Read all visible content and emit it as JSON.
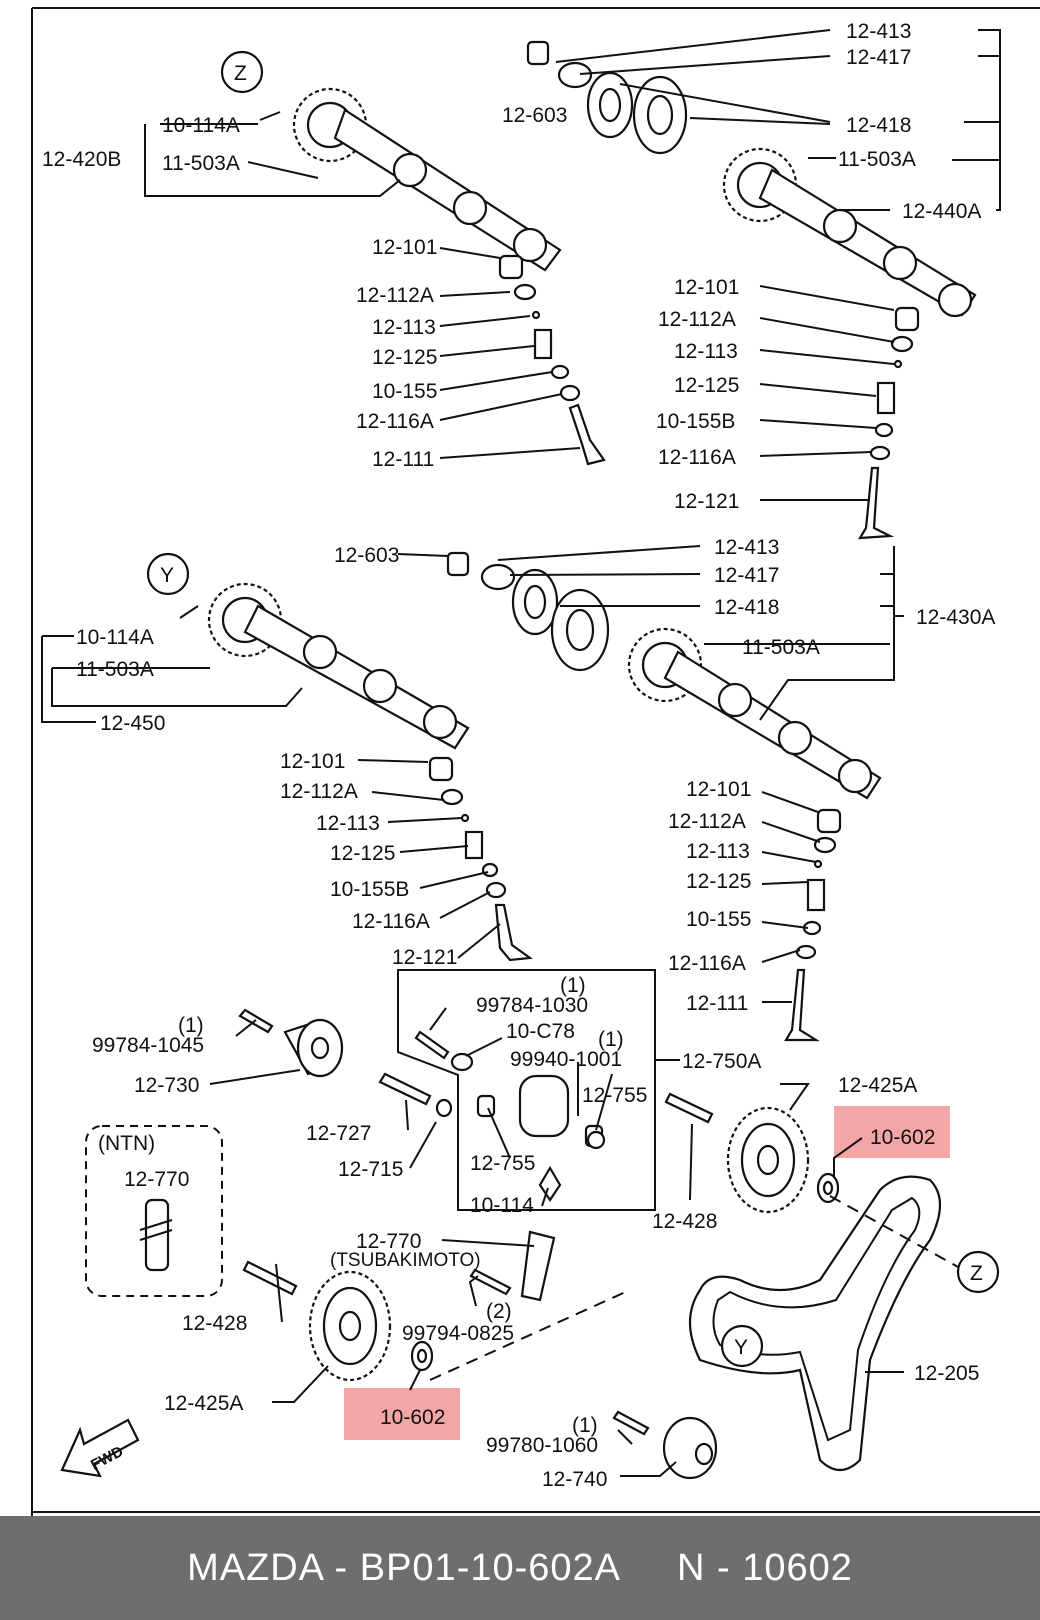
{
  "labels": {
    "l12_413a": "12-413",
    "l12_417a": "12-417",
    "l12_603a": "12-603",
    "l12_418a": "12-418",
    "l11_503a_r": "11-503A",
    "l12_440a": "12-440A",
    "z1": "Z",
    "l10_114a_tl": "10-114A",
    "l12_420b": "12-420B",
    "l11_503a_tl": "11-503A",
    "l12_101_a": "12-101",
    "l12_112a_a": "12-112A",
    "l12_113_a": "12-113",
    "l12_125_a": "12-125",
    "l10_155_a": "10-155",
    "l12_116a_a": "12-116A",
    "l12_111_a": "12-111",
    "l12_101_b": "12-101",
    "l12_112a_b": "12-112A",
    "l12_113_b": "12-113",
    "l12_125_b": "12-125",
    "l10_155b_b": "10-155B",
    "l12_116a_b": "12-116A",
    "l12_121_b": "12-121",
    "l12_603_b": "12-603",
    "l12_413_b": "12-413",
    "l12_417_b": "12-417",
    "l12_418_b": "12-418",
    "l12_430a": "12-430A",
    "l11_503a_m": "11-503A",
    "y1": "Y",
    "l10_114a_m": "10-114A",
    "l11_503a_ml": "11-503A",
    "l12_450": "12-450",
    "l12_101_c": "12-101",
    "l12_112a_c": "12-112A",
    "l12_113_c": "12-113",
    "l12_125_c": "12-125",
    "l10_155b_c": "10-155B",
    "l12_116a_c": "12-116A",
    "l12_121_c": "12-121",
    "l12_101_d": "12-101",
    "l12_112a_d": "12-112A",
    "l12_113_d": "12-113",
    "l12_125_d": "12-125",
    "l10_155_d": "10-155",
    "l12_116a_d": "12-116A",
    "l12_111_d": "12-111",
    "q1a": "(1)",
    "l99784_1030": "99784-1030",
    "l10_c78": "10-C78",
    "q1b": "(1)",
    "l99940_1001": "99940-1001",
    "l12_755a": "12-755",
    "l12_750a": "12-750A",
    "l12_755b": "12-755",
    "l10_114": "10-114",
    "q1c": "(1)",
    "l99784_1045": "99784-1045",
    "l12_730": "12-730",
    "l12_727": "12-727",
    "l12_715": "12-715",
    "l12_425a_r": "12-425A",
    "l10_602_r": "10-602",
    "l12_428_r": "12-428",
    "ntn": "(NTN)",
    "l12_770a": "12-770",
    "l12_770b": "12-770",
    "tsubakimoto": "(TSUBAKIMOTO)",
    "z2": "Z",
    "l12_428_l": "12-428",
    "q2": "(2)",
    "l99794_0825": "99794-0825",
    "y2": "Y",
    "l12_205": "12-205",
    "l12_425a_l": "12-425A",
    "l10_602_l": "10-602",
    "q1d": "(1)",
    "l99780_1060": "99780-1060",
    "l12_740": "12-740",
    "fwd": "FWD"
  },
  "highlight_color": "#f4a6a6",
  "footer": {
    "brand": "MAZDA - BP01-10-602A",
    "code": "N - 10602"
  }
}
